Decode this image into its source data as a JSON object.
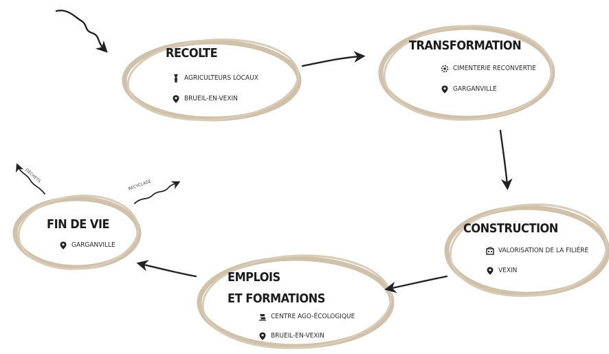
{
  "nodes": {
    "recolte": {
      "title": "RECOLTE",
      "lines": [
        {
          "icon": "farmer-icon",
          "text": "AGRICULTEURS LOCAUX"
        },
        {
          "icon": "location-pin-icon",
          "text": "BRUEIL-EN-VEXIN"
        }
      ]
    },
    "transformation": {
      "title": "TRANSFORMATION",
      "lines": [
        {
          "icon": "gear-icon",
          "text": "CIMENTERIE RECONVERTIE"
        },
        {
          "icon": "location-pin-icon",
          "text": "GARGANVILLE"
        }
      ]
    },
    "construction": {
      "title": "CONSTRUCTION",
      "lines": [
        {
          "icon": "building-icon",
          "text": "VALORISATION DE LA FILIÈRE"
        },
        {
          "icon": "location-pin-icon",
          "text": "VEXIN"
        }
      ]
    },
    "emplois": {
      "title_line1": "EMPLOIS",
      "title_line2": "ET FORMATIONS",
      "lines": [
        {
          "icon": "school-icon",
          "text": "CENTRE AGO-ÉCOLOGIQUE"
        },
        {
          "icon": "location-pin-icon",
          "text": "BRUEIL-EN-VEXIN"
        }
      ]
    },
    "fin_de_vie": {
      "title": "FIN DE VIE",
      "lines": [
        {
          "icon": "location-pin-icon",
          "text": "GARGANVILLE"
        }
      ]
    }
  },
  "labels": {
    "dechets": "DÉCHETS",
    "recyclage": "RECYCLAGE"
  },
  "colors": {
    "ring": "#cfc1aa",
    "arrow": "#222222",
    "text": "#1c1c1c"
  }
}
